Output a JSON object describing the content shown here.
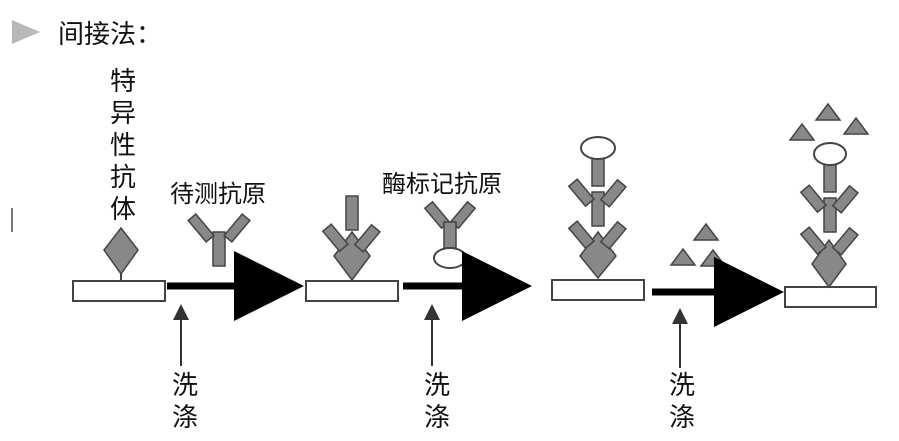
{
  "heading": "间接法：",
  "specific_antibody_label": [
    "特",
    "异",
    "性",
    "抗",
    "体"
  ],
  "antigen_label": "待测抗原",
  "enzyme_labeled_antigen_label": "酶标记抗原",
  "wash_label": [
    "洗",
    "涤"
  ],
  "colors": {
    "shape_fill": "#888888",
    "stroke": "#333333",
    "arrow": "#000000"
  }
}
